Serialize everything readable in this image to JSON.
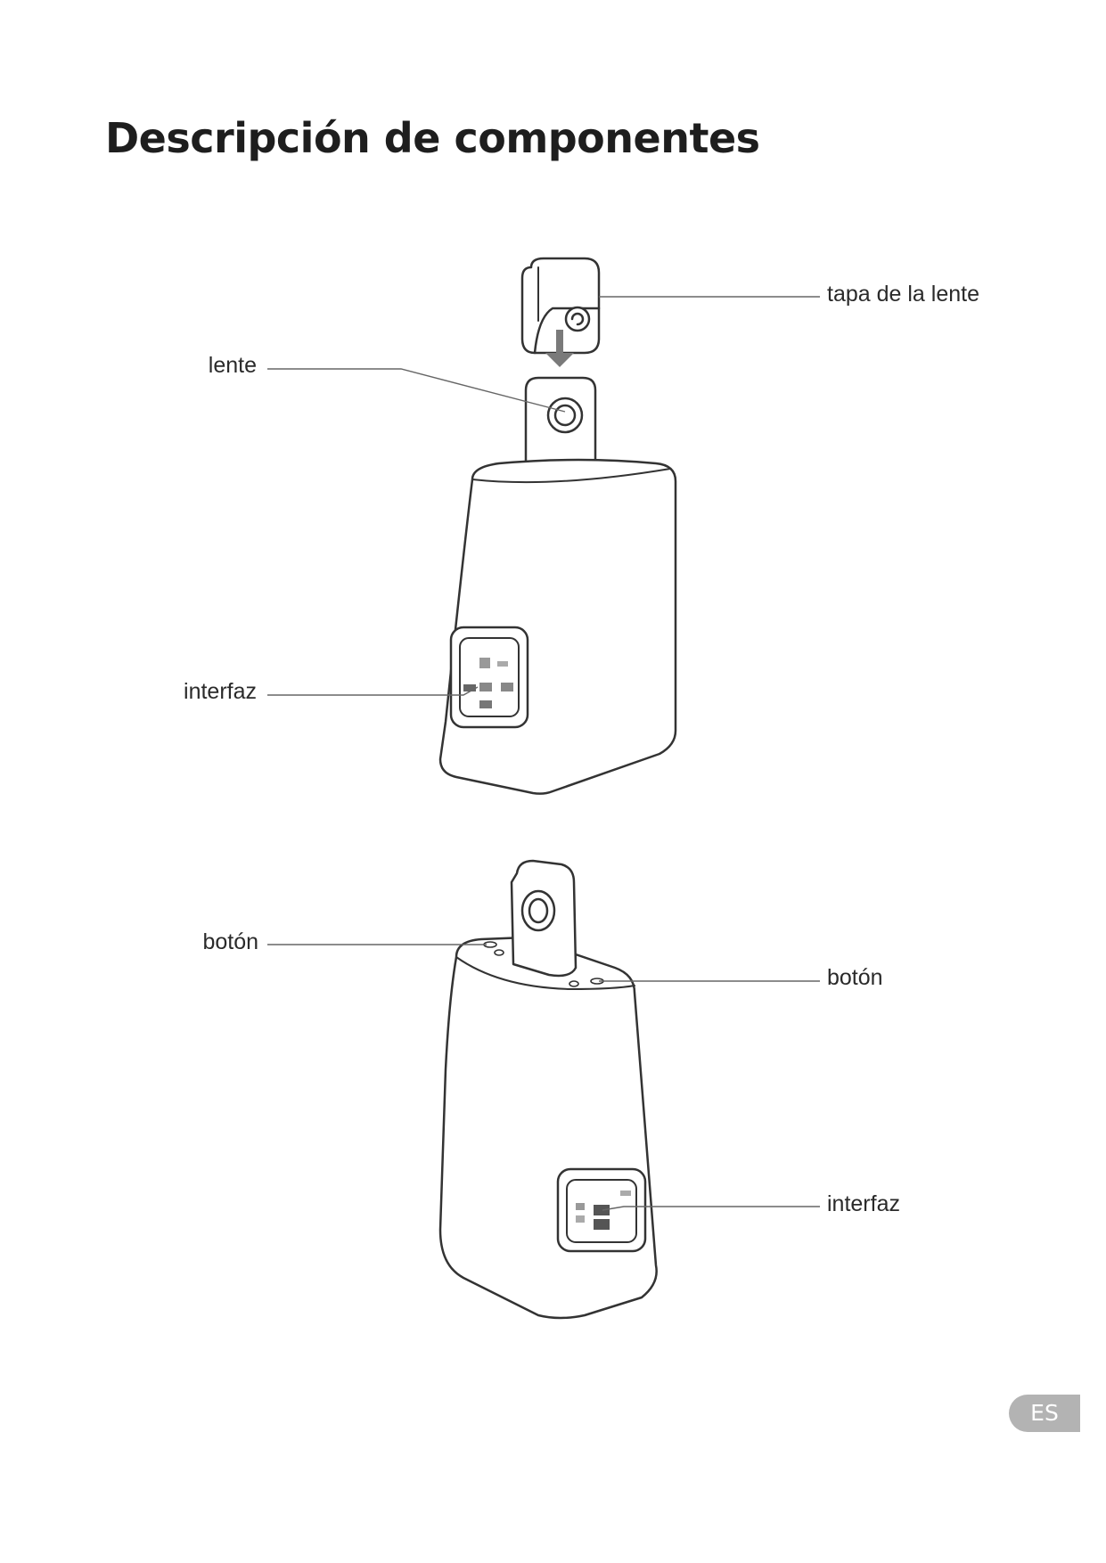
{
  "page": {
    "title": "Descripción de componentes",
    "language_tab": "ES"
  },
  "figure_top": {
    "labels": {
      "lens_cap": "tapa de la lente",
      "lens": "lente",
      "interface": "interfaz"
    }
  },
  "figure_bottom": {
    "labels": {
      "button_left": "botón",
      "button_right": "botón",
      "interface": "interfaz"
    }
  }
}
